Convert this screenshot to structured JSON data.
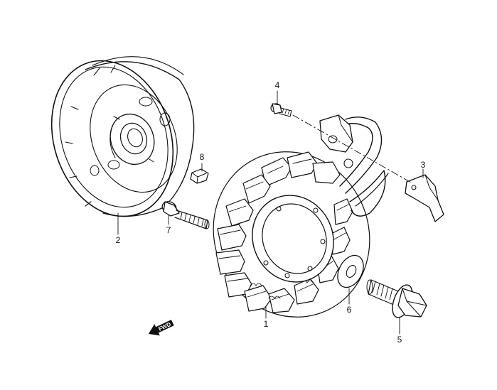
{
  "callouts": {
    "p1": "1",
    "p2": "2",
    "p3": "3",
    "p4": "4",
    "p5": "5",
    "p6": "6",
    "p7": "7",
    "p8": "8"
  },
  "direction_marker": {
    "text": "FWD",
    "icon": "forward-arrow-icon"
  },
  "colors": {
    "line": "#111111",
    "background": "#ffffff"
  }
}
